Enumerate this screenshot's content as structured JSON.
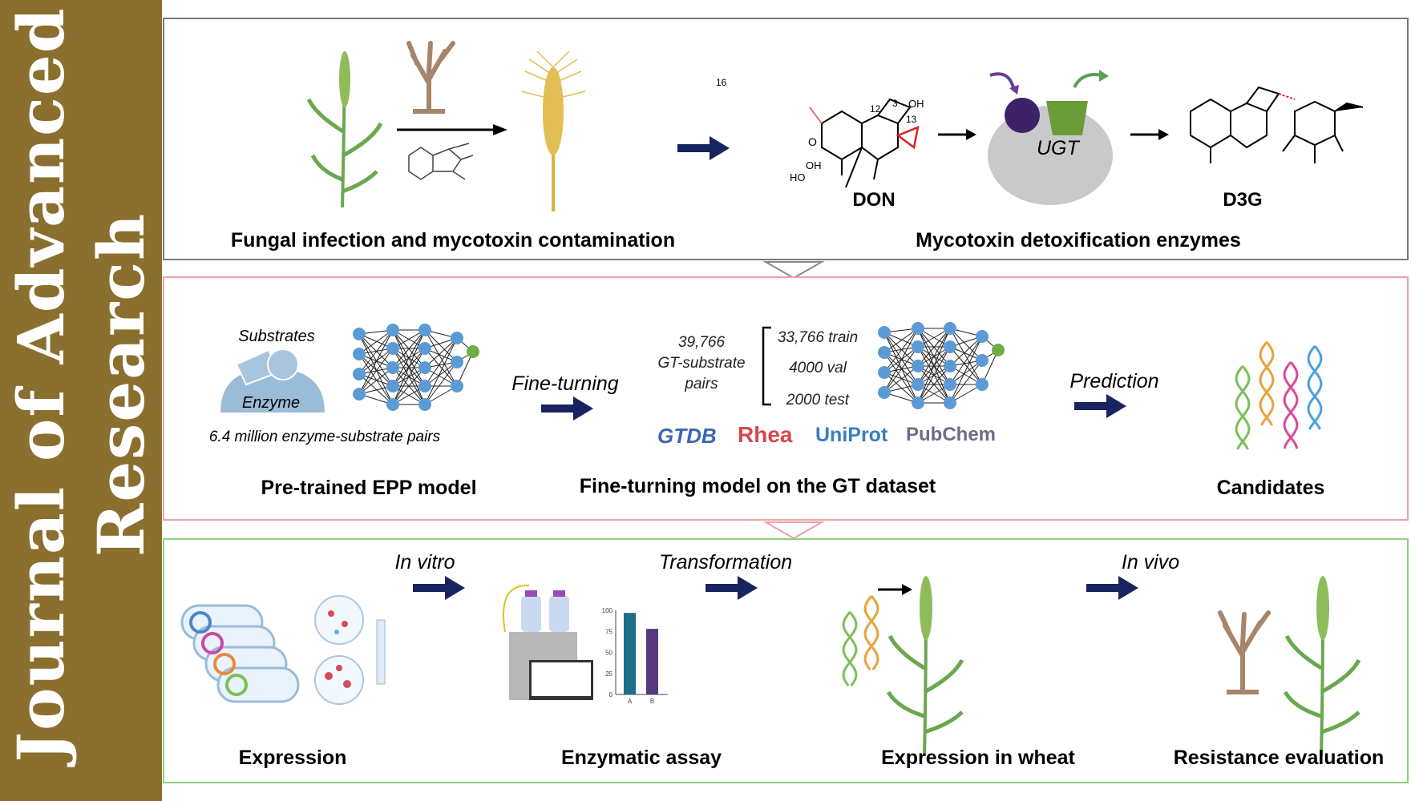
{
  "journal": {
    "line1": "Journal of Advanced",
    "line2": "Research"
  },
  "panel1": {
    "left_caption": "Fungal infection and mycotoxin contamination",
    "right_caption": "Mycotoxin detoxification enzymes",
    "don_label": "DON",
    "d3g_label": "D3G",
    "ugt_label": "UGT",
    "atoms": {
      "c16": "16",
      "c12": "12",
      "c3": "3",
      "c13": "13",
      "oh": "OH",
      "ho": "HO",
      "o": "O"
    }
  },
  "panel2": {
    "substrates_label": "Substrates",
    "enzyme_label": "Enzyme",
    "pairs_label": "6.4 million enzyme-substrate pairs",
    "pretrained_caption": "Pre-trained EPP model",
    "fine_turning_label": "Fine-turning",
    "gt_count": "39,766",
    "gt_pairs_line1": "GT-substrate",
    "gt_pairs_line2": "pairs",
    "train_label": "33,766 train",
    "val_label": "4000 val",
    "test_label": "2000 test",
    "db_logos": [
      "GTDB",
      "Rhea",
      "UniProt",
      "PubChem"
    ],
    "finetune_caption": "Fine-turning model on the GT dataset",
    "prediction_label": "Prediction",
    "candidates_caption": "Candidates"
  },
  "panel3": {
    "expression_caption": "Expression",
    "in_vitro_label": "In vitro",
    "assay_caption": "Enzymatic assay",
    "transformation_label": "Transformation",
    "wheat_caption": "Expression in wheat",
    "in_vivo_label": "In vivo",
    "resistance_caption": "Resistance evaluation"
  },
  "bar_chart": {
    "categories": [
      "A",
      "B"
    ],
    "values": [
      97,
      78
    ],
    "yticks": [
      "0",
      "25",
      "50",
      "75",
      "100"
    ],
    "colors": [
      "#1f6f8b",
      "#553a80"
    ],
    "ylim": [
      0,
      100
    ]
  },
  "colors": {
    "sidebar": "#8b6f2f",
    "arrow_navy": "#17245f",
    "net_node": "#5b9bd5",
    "net_out": "#70ad47",
    "ugt_blob": "#c9c9c9"
  }
}
